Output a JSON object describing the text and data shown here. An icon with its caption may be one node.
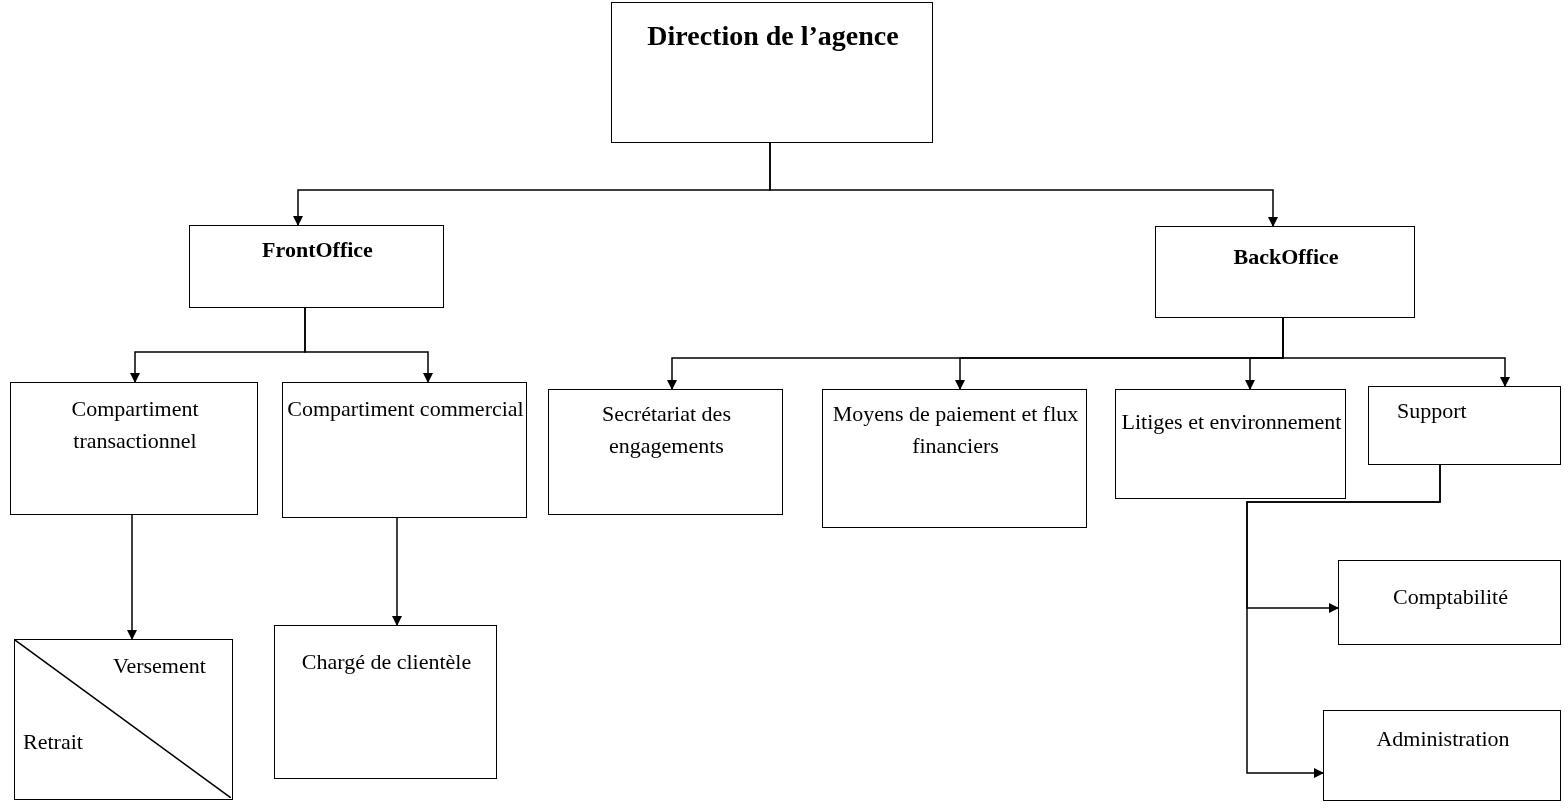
{
  "diagram": {
    "nodes": [
      {
        "text": [
          "Direction de l’agence"
        ]
      },
      {
        "text": [
          "FrontOffice"
        ]
      },
      {
        "text": [
          "BackOffice"
        ]
      },
      {
        "text": [
          "Compartiment transactionnel"
        ]
      },
      {
        "text": [
          "Compartiment commercial"
        ]
      },
      {
        "text": [
          "Secrétariat des engagements"
        ]
      },
      {
        "text": [
          "Moyens de paiement et flux financiers"
        ]
      },
      {
        "text": [
          "Litiges et environnement"
        ]
      },
      {
        "text": [
          "Support"
        ]
      },
      {
        "text": [
          "Comptabilité"
        ]
      },
      {
        "text": [
          "Administration"
        ]
      },
      {
        "text": [
          "Versement",
          "Retrait"
        ]
      },
      {
        "text": [
          "Chargé de clientèle"
        ]
      }
    ],
    "edges": [
      {
        "from": 0,
        "to": 1,
        "arrow": "to"
      },
      {
        "from": 0,
        "to": 2,
        "arrow": "to"
      },
      {
        "from": 1,
        "to": 3,
        "arrow": "to"
      },
      {
        "from": 1,
        "to": 4,
        "arrow": "to"
      },
      {
        "from": 2,
        "to": 5,
        "arrow": "to"
      },
      {
        "from": 2,
        "to": 6,
        "arrow": "to"
      },
      {
        "from": 2,
        "to": 7,
        "arrow": "to"
      },
      {
        "from": 2,
        "to": 8,
        "arrow": "to"
      },
      {
        "from": 8,
        "to": 9,
        "arrow": "to"
      },
      {
        "from": 8,
        "to": 10,
        "arrow": "to"
      },
      {
        "from": 3,
        "to": 11,
        "arrow": "to"
      },
      {
        "from": 4,
        "to": 12,
        "arrow": "to"
      }
    ]
  }
}
